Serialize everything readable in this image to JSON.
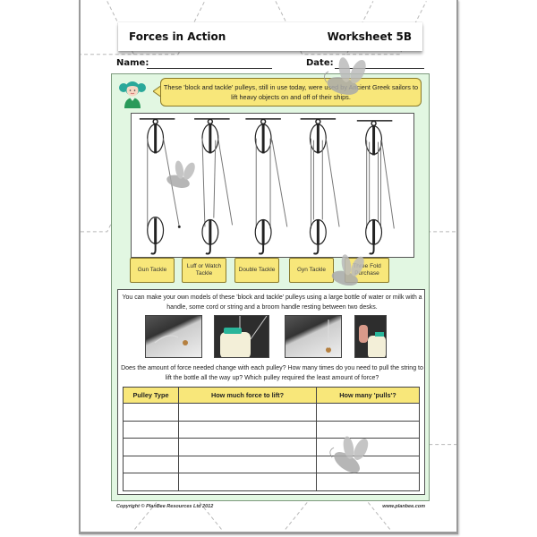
{
  "header": {
    "title": "Forces in Action",
    "worksheet": "Worksheet 5B"
  },
  "form": {
    "name_label": "Name:",
    "date_label": "Date:"
  },
  "intro_bubble": {
    "text": "These 'block and tackle' pulleys, still in use today, were used by Ancient Greek sailors to lift heavy objects on and off of their ships."
  },
  "pulleys": [
    {
      "label": "Gun Tackle"
    },
    {
      "label": "Luff or Watch Tackle"
    },
    {
      "label": "Double Tackle"
    },
    {
      "label": "Gyn Tackle"
    },
    {
      "label": "Three Fold Purchase"
    }
  ],
  "activity": {
    "instructions": "You can make your own models of these 'block and tackle' pulleys using a large bottle of water or milk with a handle, some cord or string and a broom handle resting between two desks.",
    "photos": [
      {
        "description": "broom handle with string and weight"
      },
      {
        "description": "milk bottle with green cap hanging on string"
      },
      {
        "description": "broom handle with pulley string"
      },
      {
        "description": "hand pulling string with bottle"
      }
    ],
    "question": "Does the amount of force needed change with each pulley? How many times do you need to pull the string to lift the bottle all the way up? Which pulley required the least amount of force?"
  },
  "table": {
    "headers": [
      "Pulley Type",
      "How much force to lift?",
      "How many 'pulls'?"
    ],
    "rows": [
      [
        "",
        "",
        ""
      ],
      [
        "",
        "",
        ""
      ],
      [
        "",
        "",
        ""
      ],
      [
        "",
        "",
        ""
      ],
      [
        "",
        "",
        ""
      ]
    ]
  },
  "footer": {
    "copyright": "Copyright © PlanBee Resources Ltd 2012",
    "website": "www.planbee.com"
  },
  "colors": {
    "panel_green": "#e2f7e2",
    "label_yellow": "#f8e77a",
    "avatar_teal": "#2aa89a"
  }
}
